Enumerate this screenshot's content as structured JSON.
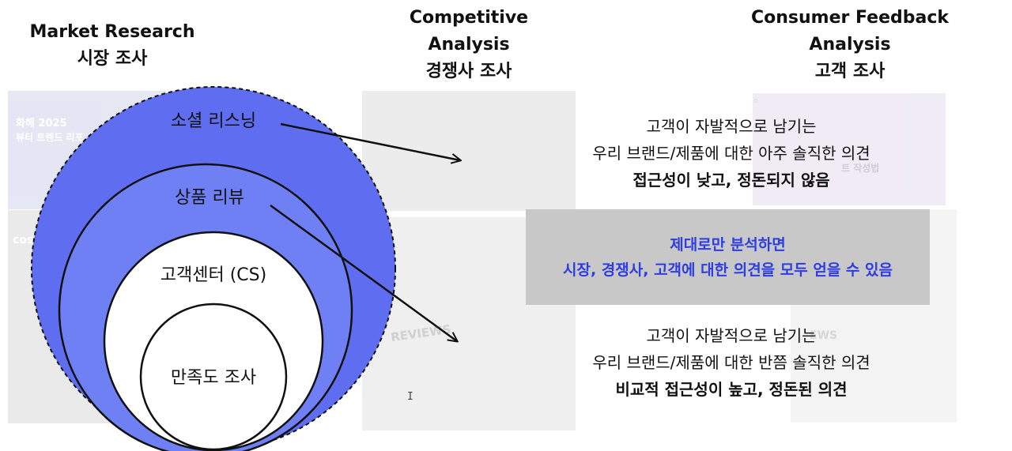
{
  "headers": {
    "market": {
      "en": "Market Research",
      "ko": "시장 조사"
    },
    "competitive": {
      "en_line1": "Competitive",
      "en_line2": "Analysis",
      "ko": "경쟁사 조사"
    },
    "consumer": {
      "en_line1": "Consumer Feedback",
      "en_line2": "Analysis",
      "ko": "고객 조사"
    }
  },
  "circles": {
    "social_listening": "소셜 리스닝",
    "product_review": "상품 리뷰",
    "customer_center": "고객센터 (CS)",
    "satisfaction_survey": "만족도 조사"
  },
  "description_top": {
    "line1": "고객이 자발적으로 남기는",
    "line2": "우리 브랜드/제품에 대한 아주 솔직한 의견",
    "line3": "접근성이 낮고, 정돈되지 않음"
  },
  "callout": {
    "line1": "제대로만 분석하면",
    "line2": "시장, 경쟁사, 고객에 대한 의견을 모두 얻을 수 있음",
    "color": "#2d3de0"
  },
  "description_bottom": {
    "line1": "고객이 자발적으로 남기는",
    "line2": "우리 브랜드/제품에 대한 반쯤 솔직한 의견",
    "line3": "비교적 접근성이 높고, 정돈된 의견"
  },
  "background": {
    "thumb1_line1": "화해 2025",
    "thumb1_line2": "뷰티 트렌드 리포",
    "thumb2_text": "cosme",
    "thumb4_text": "REVIEWS",
    "thumb5_text": "트 작성법",
    "thumb6_text": "EWS"
  },
  "colors": {
    "outer_circle": "#5f6ef0",
    "second_circle": "#6f80f4",
    "inner_circles": "#ffffff"
  }
}
